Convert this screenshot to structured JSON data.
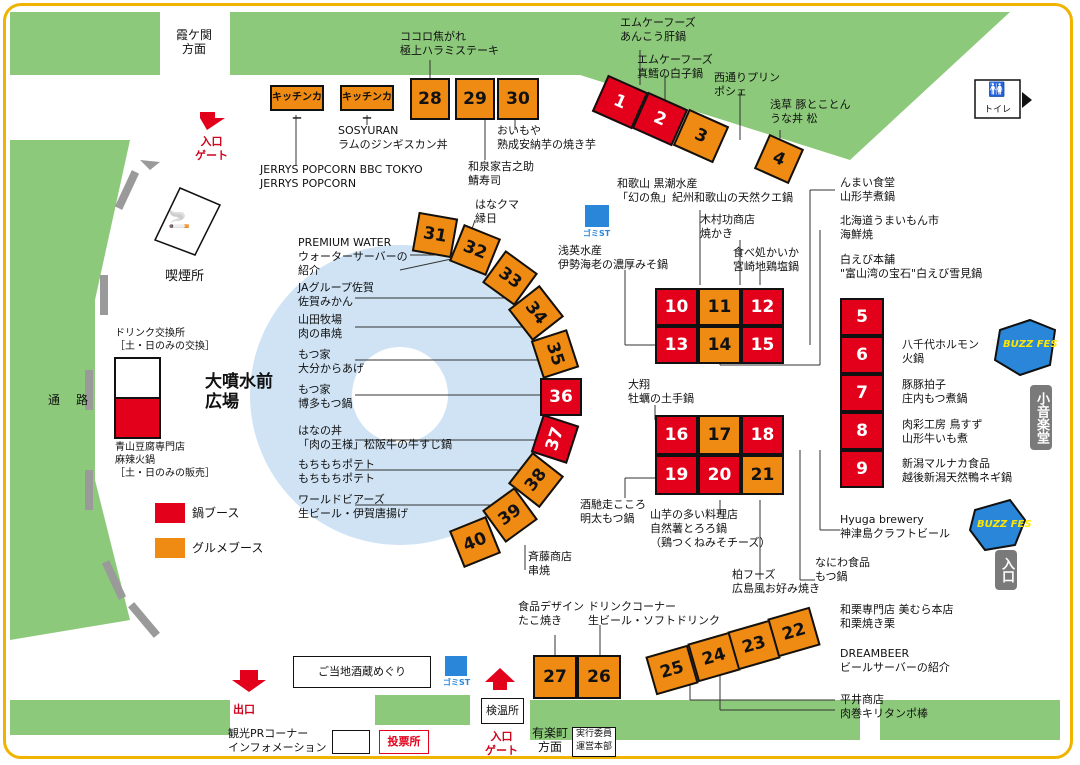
{
  "directions": {
    "kasumigaseki": [
      "霞ケ関",
      "方面"
    ],
    "yurakucho": [
      "有楽町",
      "方面"
    ],
    "road": "通　路"
  },
  "gates": {
    "entrance_top": [
      "入口",
      "ゲート"
    ],
    "exit": "出口",
    "entrance_bottom": [
      "入口",
      "ゲート"
    ]
  },
  "facilities": {
    "smoking": "喫煙所",
    "toilet": "トイレ",
    "trash_center": "ゴミST",
    "trash_bottom": "ゴミST",
    "plaza": [
      "大噴水前",
      "広場"
    ],
    "drink_exchange": [
      "ドリンク交換所",
      "［土・日のみの交換］"
    ],
    "drink_shop": [
      "青山豆腐専門店",
      "麻辣火鍋",
      "［土・日のみの販売］"
    ],
    "sake": "ご当地酒蔵めぐり",
    "kenon": "検温所",
    "hq": [
      "実行委員",
      "運営本部"
    ],
    "kanko": [
      "観光PRコーナー",
      "インフォメーション"
    ],
    "vote": "投票所",
    "kitchen_car_1": "キッチンカー",
    "kitchen_car_2": "キッチンカー"
  },
  "stages": {
    "small": "小音楽堂",
    "entrance": "入口",
    "logo": "BUZZ FES"
  },
  "legend": {
    "nabe": "鍋ブース",
    "gurume": "グルメブース"
  },
  "colors": {
    "nabe": "#e3001b",
    "gurume": "#ef8a12",
    "green": "#8cc97a",
    "plaza": "#cfe3f5",
    "frame": "#f0b400"
  },
  "booths": {
    "b1": "1",
    "b2": "2",
    "b3": "3",
    "b4": "4",
    "b5": "5",
    "b6": "6",
    "b7": "7",
    "b8": "8",
    "b9": "9",
    "b10": "10",
    "b11": "11",
    "b12": "12",
    "b13": "13",
    "b14": "14",
    "b15": "15",
    "b16": "16",
    "b17": "17",
    "b18": "18",
    "b19": "19",
    "b20": "20",
    "b21": "21",
    "b22": "22",
    "b23": "23",
    "b24": "24",
    "b25": "25",
    "b26": "26",
    "b27": "27",
    "b28": "28",
    "b29": "29",
    "b30": "30",
    "b31": "31",
    "b32": "32",
    "b33": "33",
    "b34": "34",
    "b35": "35",
    "b36": "36",
    "b37": "37",
    "b38": "38",
    "b39": "39",
    "b40": "40"
  },
  "labels": {
    "l_mk1": [
      "エムケーフーズ",
      "あんこう肝鍋"
    ],
    "l_mk2": [
      "エムケーフーズ",
      "真鱈の白子鍋"
    ],
    "l_nishi": [
      "西通りプリン",
      "ポシェ"
    ],
    "l_asakusa": [
      "浅草 豚とことん",
      "うな丼 松"
    ],
    "l_kokoro": [
      "ココロ焦がれ",
      "極上ハラミステーキ"
    ],
    "l_sosyu": [
      "SOSYURAN",
      "ラムのジンギスカン丼"
    ],
    "l_jerrys": [
      "JERRYS POPCORN BBC TOKYO",
      "JERRYS POPCORN"
    ],
    "l_oimoya": [
      "おいもや",
      "熟成安納芋の焼き芋"
    ],
    "l_izumi": [
      "和泉家吉之助",
      "鯖寿司"
    ],
    "l_wakayama": [
      "和歌山 黒潮水産",
      "「幻の魚」紀州和歌山の天然クエ鍋"
    ],
    "l_kimura": [
      "木村功商店",
      "焼かき"
    ],
    "l_asae": [
      "浅英水産",
      "伊勢海老の濃厚みそ鍋"
    ],
    "l_tabedoko": [
      "食べ処かいか",
      "宮崎地鶏塩鍋"
    ],
    "l_nmai": [
      "んまい食堂",
      "山形芋煮鍋"
    ],
    "l_hokkaido": [
      "北海道うまいもん市",
      "海鮮焼"
    ],
    "l_shiroebi": [
      "白えび本舗",
      "\"富山湾の宝石\"白えび雪見鍋"
    ],
    "l_hatchiyo": [
      "八千代ホルモン",
      "火鍋"
    ],
    "l_tonko": [
      "豚豚拍子",
      "庄内もつ煮鍋"
    ],
    "l_nikusai": [
      "肉彩工房 鳥すず",
      "山形牛いも煮"
    ],
    "l_niigata": [
      "新潟マルナカ食品",
      "越後新潟天然鴨ネギ鍋"
    ],
    "l_hanakuma": [
      "はなクマ",
      "縁日"
    ],
    "l_premium": [
      "PREMIUM WATER",
      "ウォーターサーバーの",
      "紹介"
    ],
    "l_ja": [
      "JAグループ佐賀",
      "佐賀みかん"
    ],
    "l_yamada": [
      "山田牧場",
      "肉の串焼"
    ],
    "l_motsu1": [
      "もつ家",
      "大分からあげ"
    ],
    "l_motsu2": [
      "もつ家",
      "博多もつ鍋"
    ],
    "l_hanano": [
      "はなの丼",
      "「肉の王様」松阪牛の牛すじ鍋"
    ],
    "l_mochi": [
      "もちもちポテト",
      "もちもちポテト"
    ],
    "l_world": [
      "ワールドビアーズ",
      "生ビール・伊賀唐揚げ"
    ],
    "l_daisho": [
      "大翔",
      "牡蠣の土手鍋"
    ],
    "l_sakabashiri": [
      "酒馳走こころ",
      "明太もつ鍋"
    ],
    "l_yamaimo": [
      "山芋の多い料理店",
      "自然薯とろろ鍋",
      "（鶏つくねみそチーズ）"
    ],
    "l_hyuga": [
      "Hyuga brewery",
      "神津島クラフトビール"
    ],
    "l_naniwa": [
      "なにわ食品",
      "もつ鍋"
    ],
    "l_kashiwa": [
      "柏フーズ",
      "広島風お好み焼き"
    ],
    "l_saito": [
      "斉藤商店",
      "串焼"
    ],
    "l_shokuhin": [
      "食品デザイン",
      "たこ焼き"
    ],
    "l_drink": [
      "ドリンクコーナー",
      "生ビール・ソフトドリンク"
    ],
    "l_waguri": [
      "和栗専門店 美むら本店",
      "和栗焼き栗"
    ],
    "l_dream": [
      "DREAMBEER",
      "ビールサーバーの紹介"
    ],
    "l_hirai": [
      "平井商店",
      "肉巻キリタンポ棒"
    ]
  }
}
